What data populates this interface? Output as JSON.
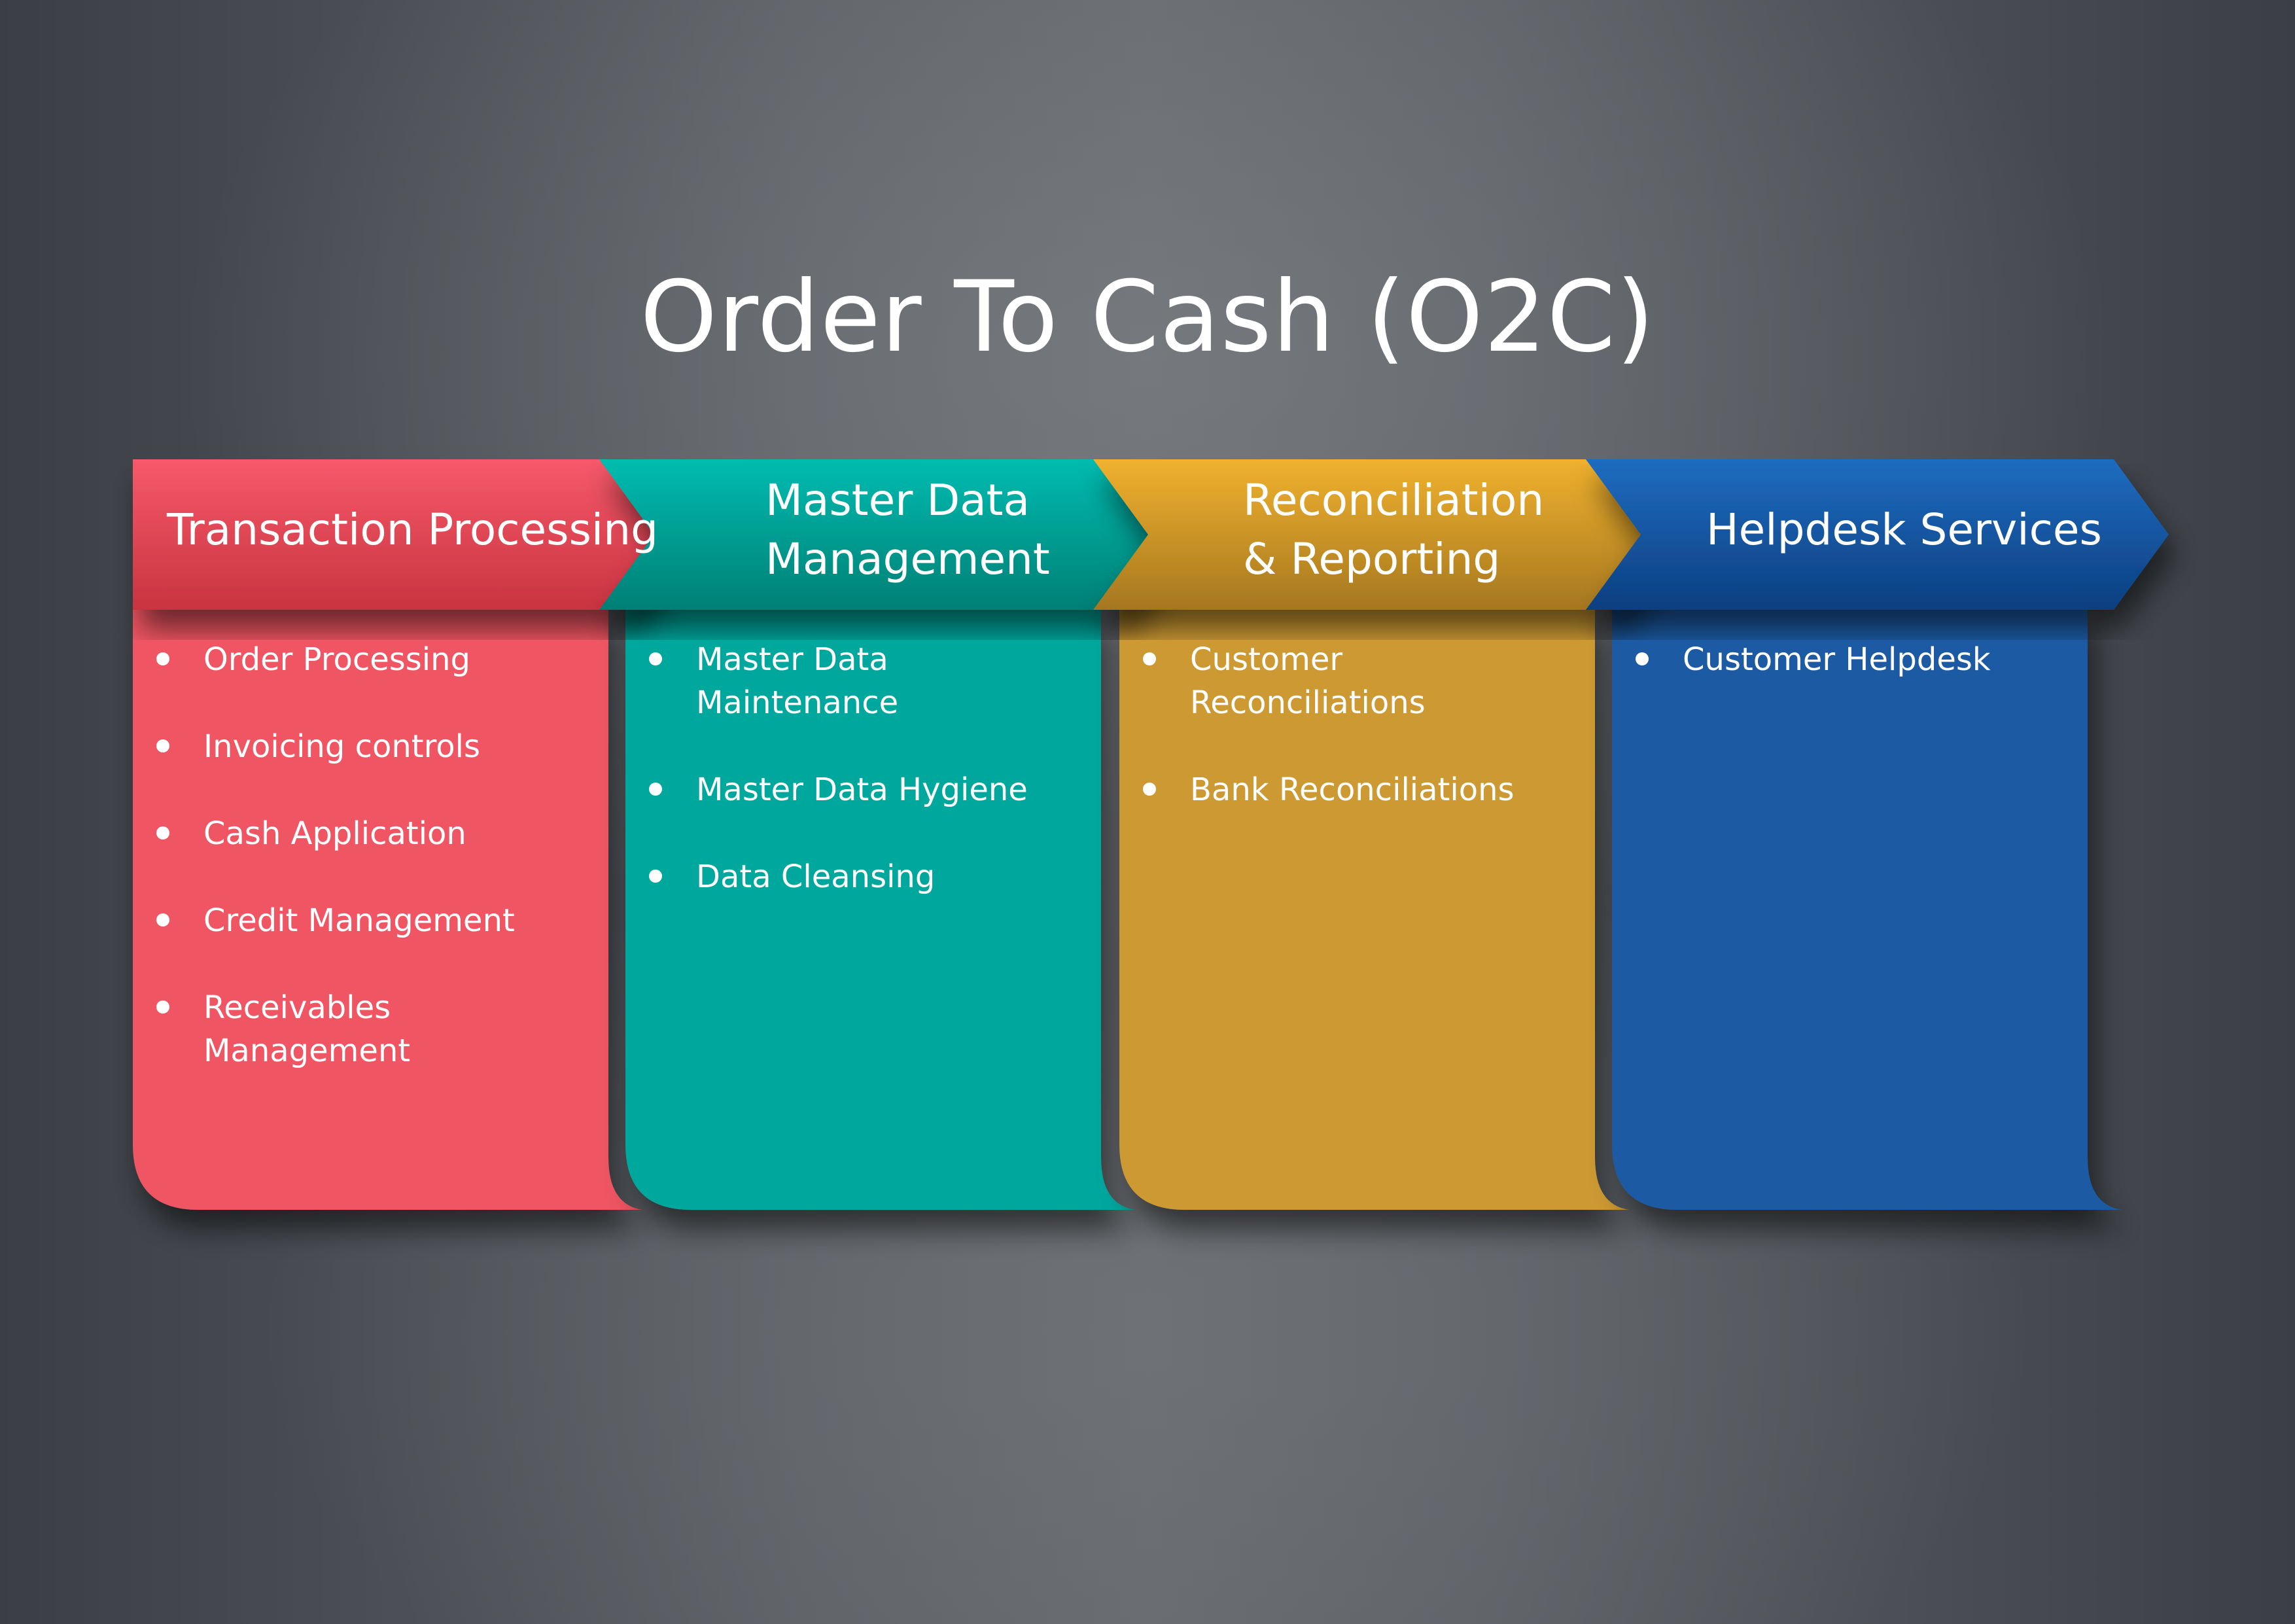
{
  "title": "Order To Cash (O2C)",
  "stages": [
    {
      "heading": "Transaction Processing",
      "color": "#ef5562",
      "header_top": "#f7596a",
      "header_bottom": "#c83440",
      "items": [
        "Order Processing",
        "Invoicing controls",
        "Cash Application",
        "Credit Management",
        "Receivables\nManagement"
      ]
    },
    {
      "heading": "Master Data\nManagement",
      "color": "#00a79d",
      "header_top": "#00bcb0",
      "header_bottom": "#007f75",
      "items": [
        "Master Data\nMaintenance",
        "Master Data Hygiene",
        "Data Cleansing"
      ]
    },
    {
      "heading": "Reconciliation\n& Reporting",
      "color": "#cc9933",
      "header_top": "#f0b12e",
      "header_bottom": "#a5771f",
      "items": [
        "Customer\nReconciliations",
        "Bank Reconciliations"
      ]
    },
    {
      "heading": "Helpdesk Services",
      "color": "#1b5aa3",
      "header_top": "#1f6cc0",
      "header_bottom": "#0c3f80",
      "items": [
        "Customer Helpdesk"
      ]
    }
  ]
}
